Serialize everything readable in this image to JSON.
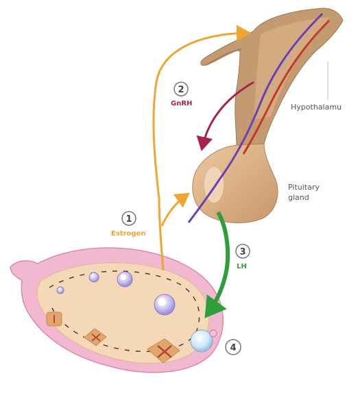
{
  "labels": {
    "hypothalamus": "Hypothalamu",
    "pituitary_line1": "Pituitary",
    "pituitary_line2": "gland"
  },
  "steps": [
    {
      "number": "1",
      "label": "Estrogen",
      "color": "#f0a531"
    },
    {
      "number": "2",
      "label": "GnRH",
      "color": "#a8224a"
    },
    {
      "number": "3",
      "label": "LH",
      "color": "#2e9e3a"
    },
    {
      "number": "4",
      "label": "",
      "color": "#444444"
    }
  ],
  "colors": {
    "ovary_outer": "#f1b8d0",
    "ovary_inner": "#f5d8b7",
    "gland_tissue": "#dcb087",
    "hypothalamus_tissue": "#b99067",
    "nerve_purple": "#6a3fb5",
    "nerve_red": "#c0392b",
    "follicle": "#cdc4f0"
  },
  "icons": [
    "estrogen-arrow",
    "gnrh-arrow",
    "lh-arrow",
    "follicle-icon",
    "egg-cell-icon",
    "corpus-luteum-icon"
  ]
}
